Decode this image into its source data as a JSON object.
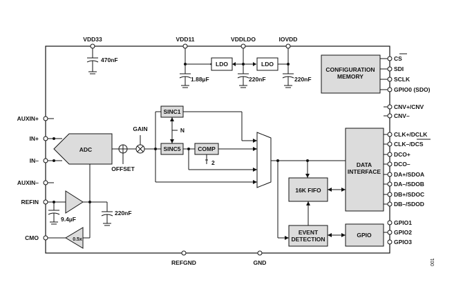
{
  "top_pins": [
    "VDD33",
    "VDD11",
    "VDDLDO",
    "IOVDD"
  ],
  "bottom_pins": [
    "REFGND",
    "GND"
  ],
  "left_pins": [
    "AUXIN+",
    "IN+",
    "IN–",
    "AUXIN–",
    "REFIN",
    "CMO"
  ],
  "right_pins": [
    "CS",
    "SDI",
    "SCLK",
    "GPIO0 (SDO)",
    "CNV+/CNV",
    "CNV–",
    "CLK+/DCLK",
    "CLK–/DCS",
    "DCO+",
    "DCO–",
    "DA+/SDOA",
    "DA–/SDOB",
    "DB+/SDOC",
    "DB–/SDOD",
    "GPIO1",
    "GPIO2",
    "GPIO3"
  ],
  "blocks": {
    "ldo1": "LDO",
    "ldo2": "LDO",
    "config_line1": "CONFIGURATION",
    "config_line2": "MEMORY",
    "adc": "ADC",
    "sinc1": "SINC1",
    "sinc5": "SINC5",
    "comp": "COMP",
    "data_if_line1": "DATA",
    "data_if_line2": "INTERFACE",
    "fifo": "16K FIFO",
    "event_line1": "EVENT",
    "event_line2": "DETECTION",
    "gpio": "GPIO",
    "buffer_gain": "0.5x"
  },
  "labels": {
    "gain": "GAIN",
    "offset": "OFFSET",
    "n": "N",
    "two": "2"
  },
  "caps": {
    "c_vdd33": "470nF",
    "c_vdd11": "1.88µF",
    "c_vddldo": "220nF",
    "c_iovdd": "220nF",
    "c_refin": "9.4µF",
    "c_refbuf": "220nF"
  },
  "figure_id": "001"
}
